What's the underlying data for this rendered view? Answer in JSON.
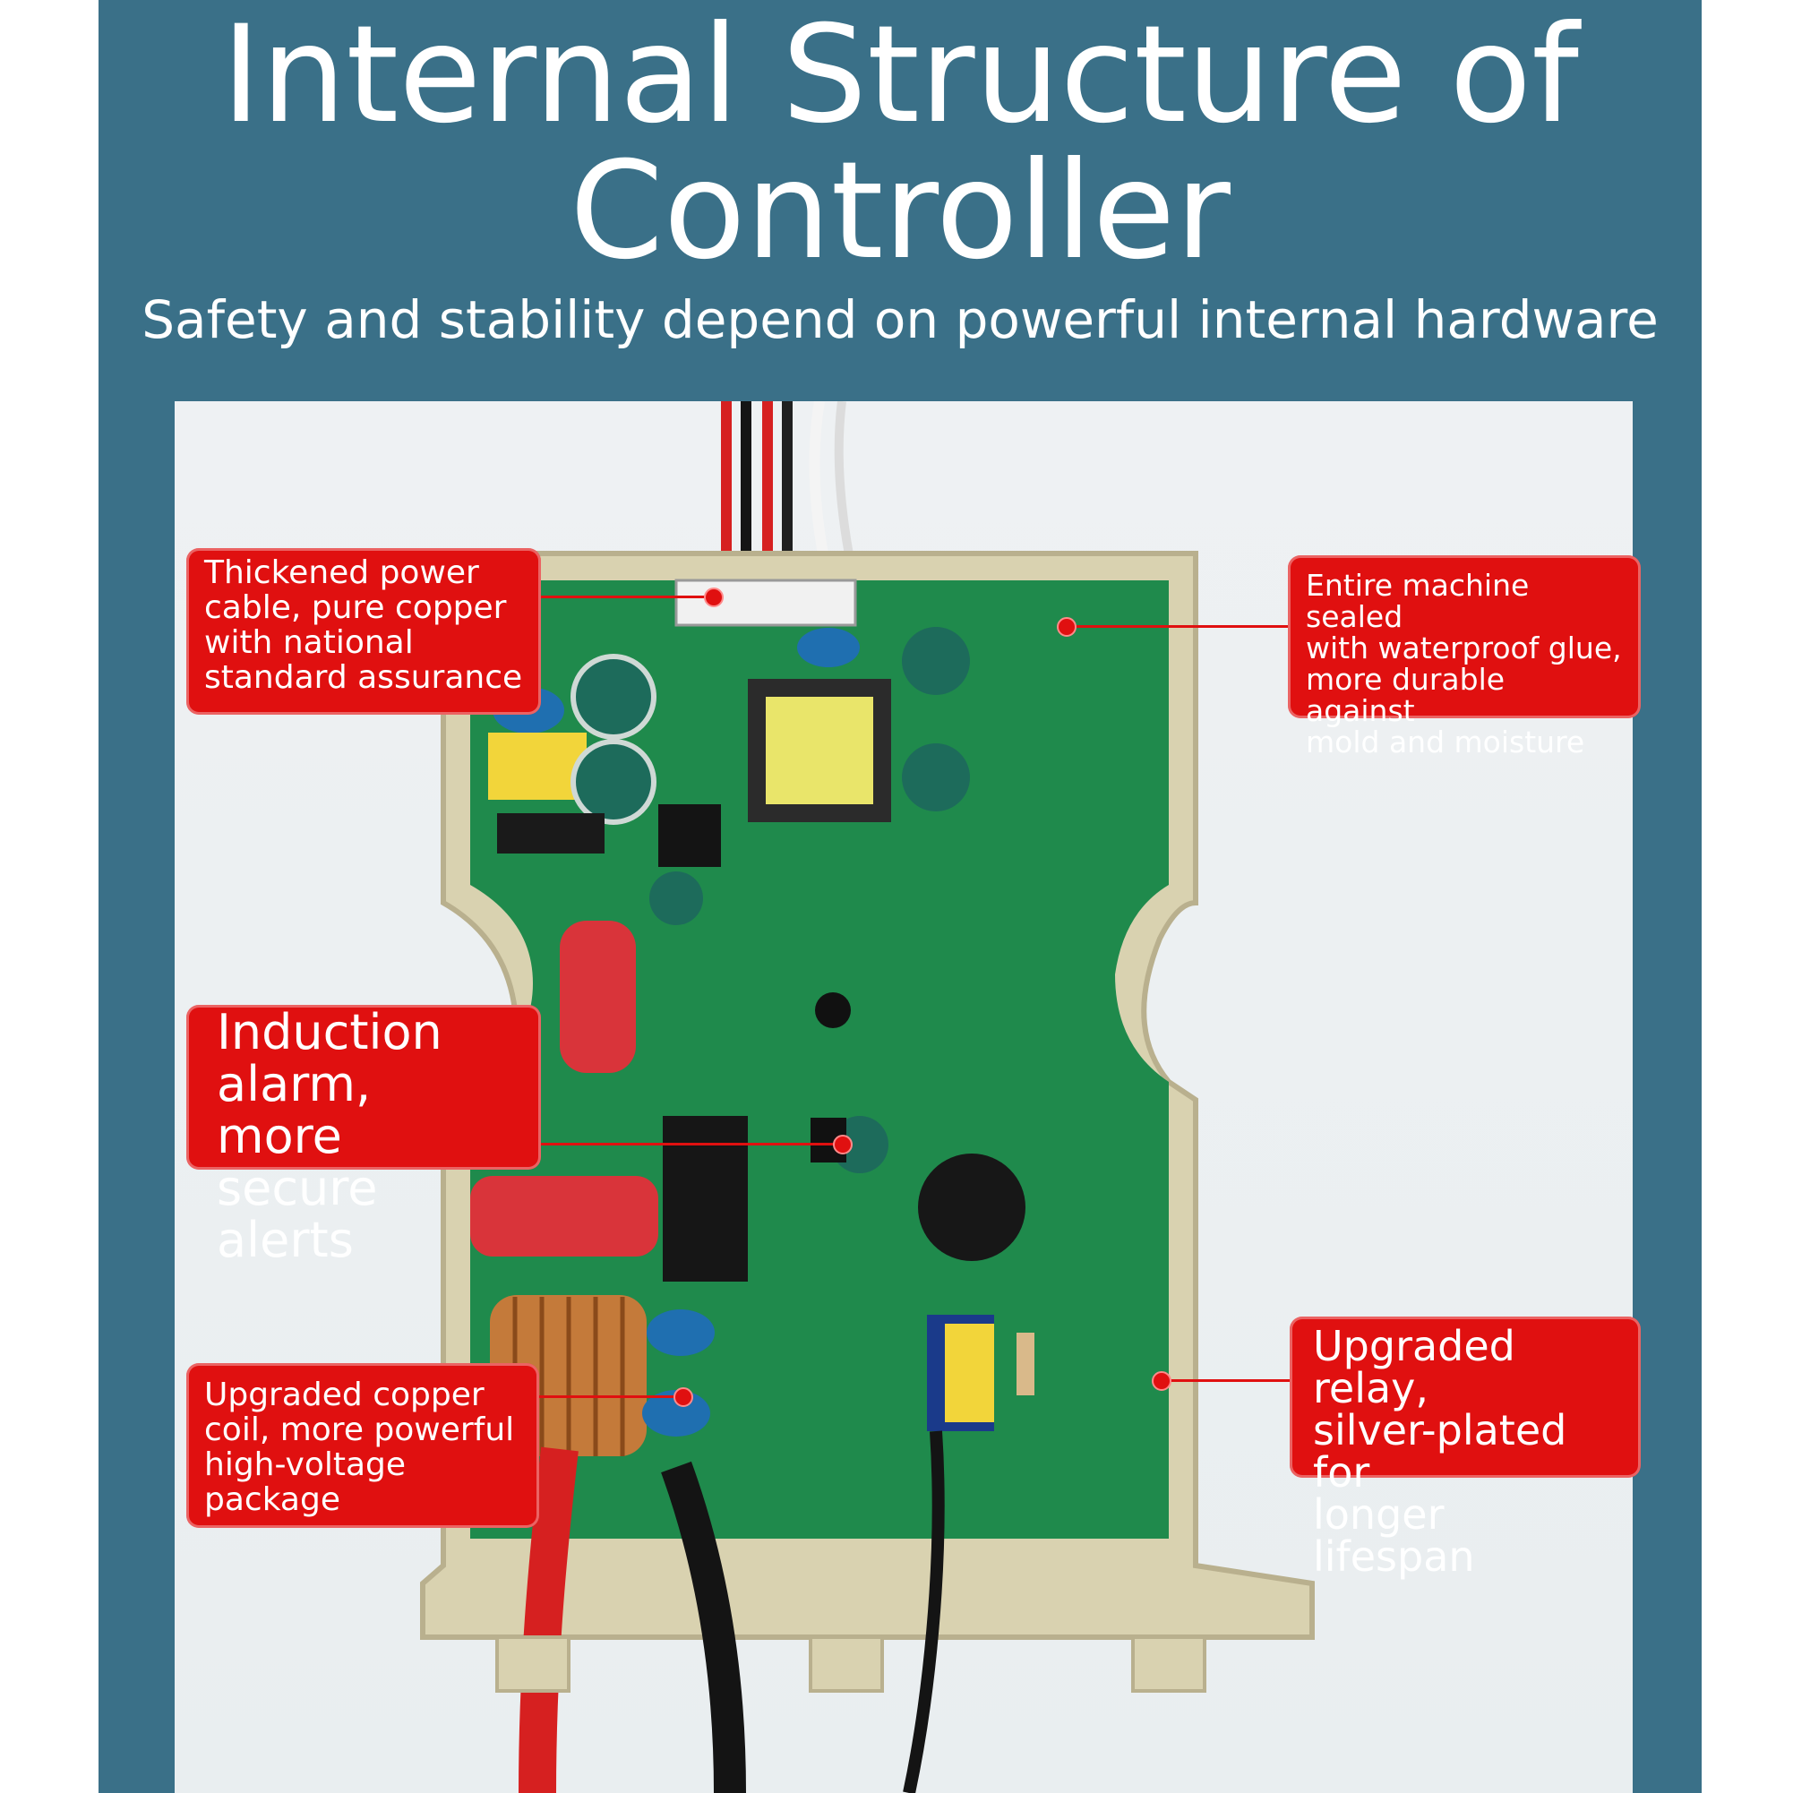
{
  "header": {
    "title_line1": "Internal Structure of",
    "title_line2": "Controller",
    "subtitle": "Safety and stability depend on powerful internal hardware"
  },
  "callouts": {
    "power_cable": "Thickened power\ncable, pure copper\nwith national\nstandard assurance",
    "waterproof": "Entire machine sealed\nwith waterproof glue,\nmore durable against\nmold and moisture",
    "alarm": "Induction\nalarm, more\nsecure alerts",
    "copper_coil": "Upgraded copper\ncoil, more powerful\nhigh-voltage\npackage",
    "relay": "Upgraded relay,\nsilver-plated for\nlonger lifespan"
  },
  "colors": {
    "frame": "#3a7088",
    "callout": "#e01010",
    "pcb": "#1f8a4c",
    "housing": "#d9d2b0"
  }
}
